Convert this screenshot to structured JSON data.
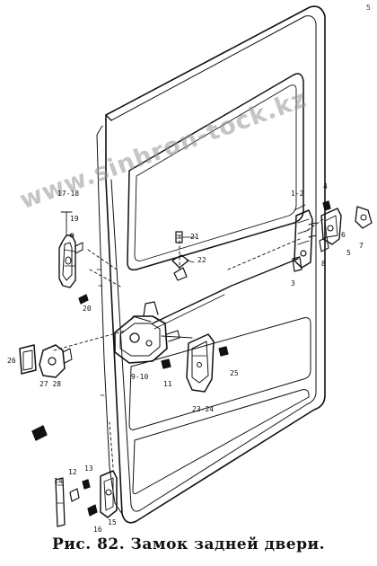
{
  "caption": "Рис. 82. Замок задней двери.",
  "corner_mark": "5",
  "watermark": "www.sinhron-tock.kz",
  "callouts": [
    {
      "id": "17-18",
      "text": "17-18"
    },
    {
      "id": "19",
      "text": "19"
    },
    {
      "id": "20",
      "text": "20"
    },
    {
      "id": "21",
      "text": "21"
    },
    {
      "id": "22",
      "text": "22"
    },
    {
      "id": "1-2",
      "text": "1-2"
    },
    {
      "id": "3",
      "text": "3"
    },
    {
      "id": "4",
      "text": "4"
    },
    {
      "id": "5",
      "text": "5"
    },
    {
      "id": "6",
      "text": "6"
    },
    {
      "id": "7",
      "text": "7"
    },
    {
      "id": "8",
      "text": "8"
    },
    {
      "id": "26",
      "text": "26"
    },
    {
      "id": "27-28",
      "text": "27 28"
    },
    {
      "id": "9-10",
      "text": "9-10"
    },
    {
      "id": "11",
      "text": "11"
    },
    {
      "id": "23-24",
      "text": "23-24"
    },
    {
      "id": "25",
      "text": "25"
    },
    {
      "id": "12",
      "text": "12"
    },
    {
      "id": "13",
      "text": "13"
    },
    {
      "id": "14",
      "text": "14"
    },
    {
      "id": "15",
      "text": "15"
    },
    {
      "id": "16",
      "text": "16"
    }
  ]
}
